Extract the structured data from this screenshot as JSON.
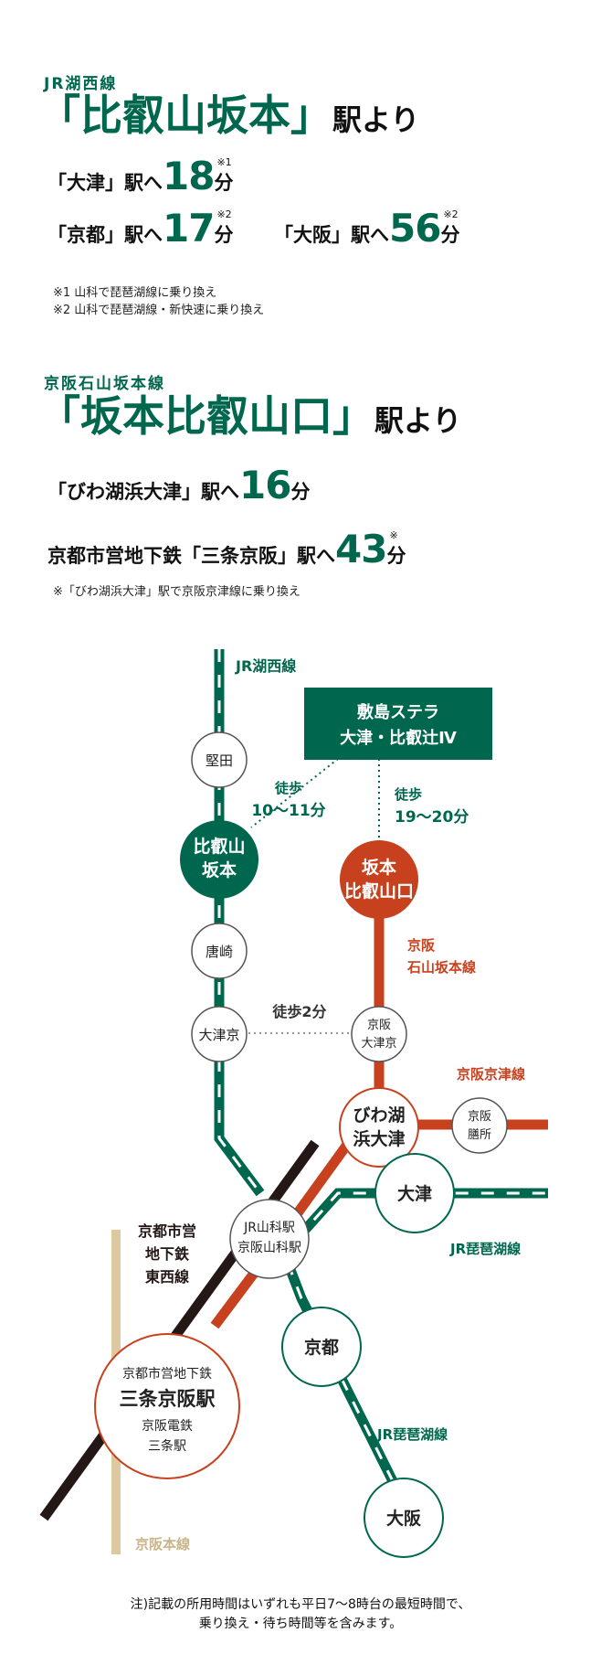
{
  "section1": {
    "line": "JR湖西線",
    "station": "「比叡山坂本」",
    "yori": "駅より",
    "rows": [
      {
        "label": "「大津」駅へ",
        "minutes": "18",
        "unit": "分",
        "mark": "※1"
      },
      {
        "label": "「京都」駅へ",
        "minutes": "17",
        "unit": "分",
        "mark": "※2"
      },
      {
        "label": "「大阪」駅へ",
        "minutes": "56",
        "unit": "分",
        "mark": "※2"
      }
    ],
    "notes": [
      "※1 山科で琵琶湖線に乗り換え",
      "※2 山科で琵琶湖線・新快速に乗り換え"
    ]
  },
  "section2": {
    "line": "京阪石山坂本線",
    "station": "「坂本比叡山口」",
    "yori": "駅より",
    "rows": [
      {
        "label": "「びわ湖浜大津」駅へ",
        "minutes": "16",
        "unit": "分",
        "mark": ""
      },
      {
        "label": "京都市営地下鉄「三条京阪」駅へ",
        "minutes": "43",
        "unit": "分",
        "mark": "※"
      }
    ],
    "notes": [
      "※「びわ湖浜大津」駅で京阪京津線に乗り換え"
    ]
  },
  "map": {
    "line_labels": {
      "jr_kosei": "JR湖西線",
      "keihan_ishiyama_l1": "京阪",
      "keihan_ishiyama_l2": "石山坂本線",
      "keihan_keishin": "京阪京津線",
      "jr_biwako_1": "JR琵琶湖線",
      "jr_biwako_2": "JR琵琶湖線",
      "subway_l1": "京都市営",
      "subway_l2": "地下鉄",
      "subway_l3": "東西線",
      "keihan_honsen": "京阪本線"
    },
    "property": {
      "l1": "敷島ステラ",
      "l2": "大津・比叡辻Ⅳ"
    },
    "walks": {
      "w1_l1": "徒歩",
      "w1_l2": "10〜11分",
      "w2_l1": "徒歩",
      "w2_l2": "19〜20分",
      "w3": "徒歩2分"
    },
    "stations": {
      "katata": "堅田",
      "hieizan_l1": "比叡山",
      "hieizan_l2": "坂本",
      "karasaki": "唐崎",
      "otsukyo": "大津京",
      "sakamoto_l1": "坂本",
      "sakamoto_l2": "比叡山口",
      "keihan_otsukyo_l1": "京阪",
      "keihan_otsukyo_l2": "大津京",
      "biwako_l1": "びわ湖",
      "biwako_l2": "浜大津",
      "zeze_l1": "京阪",
      "zeze_l2": "膳所",
      "otsu": "大津",
      "yamashina_l1": "JR山科駅",
      "yamashina_l2": "京阪山科駅",
      "kyoto": "京都",
      "sanjo_l1": "京都市営地下鉄",
      "sanjo_l2": "三条京阪駅",
      "sanjo_l3": "京阪電鉄",
      "sanjo_l4": "三条駅",
      "osaka": "大阪"
    },
    "colors": {
      "jr": "#00674f",
      "keihan": "#c8411f",
      "subway": "#231815",
      "keihan_honsen": "#dcc9a0"
    }
  },
  "footnote": {
    "l1": "注)記載の所用時間はいずれも平日7〜8時台の最短時間で、",
    "l2": "乗り換え・待ち時間等を含みます。"
  }
}
